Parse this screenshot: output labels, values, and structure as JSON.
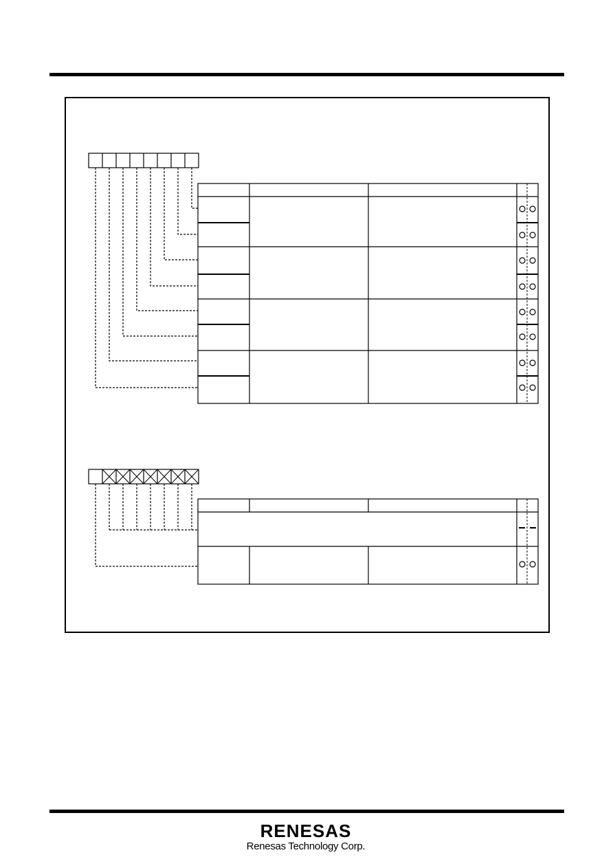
{
  "footer": {
    "logo_word": "RENESAS",
    "logo_sub": "Renesas Technology Corp."
  },
  "colors": {
    "ink": "#000000",
    "paper": "#ffffff"
  },
  "register1": {
    "bit_count": 8,
    "row_count": 8,
    "group_count": 4
  },
  "register2": {
    "bit_count": 8,
    "crossed_bits": 7
  }
}
